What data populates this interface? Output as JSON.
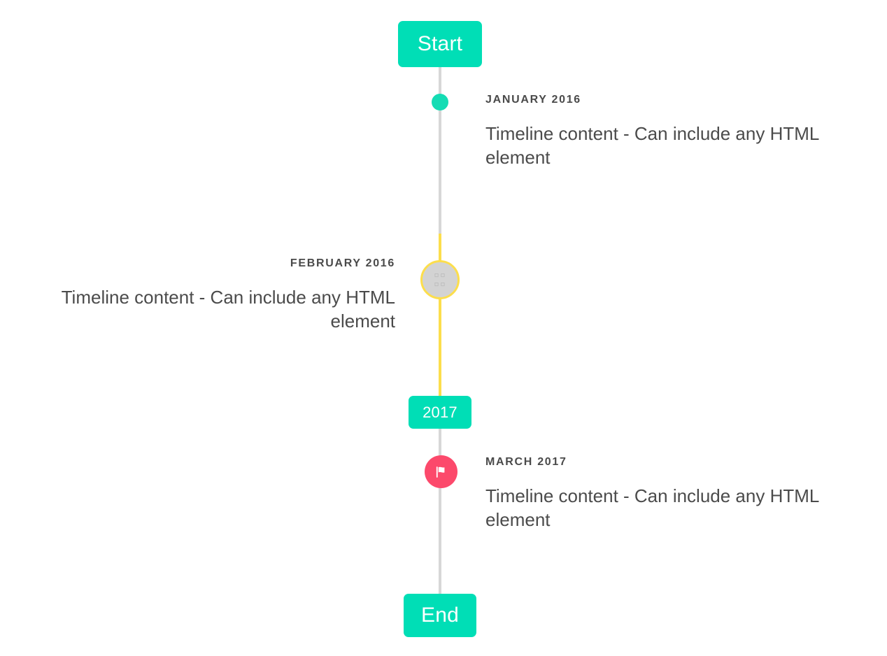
{
  "theme": {
    "accent_teal": "#00deb6",
    "marker_teal": "#14dcb4",
    "accent_yellow": "#fcde4c",
    "accent_pink": "#fc496b",
    "line_gray": "#d7d7d7",
    "text_gray": "#4b4b4b",
    "badge_text": "#ffffff"
  },
  "timeline": {
    "start_label": "Start",
    "mid_label": "2017",
    "end_label": "End",
    "entries": [
      {
        "date": "January 2016",
        "body": "Timeline content - Can include any HTML element",
        "side": "right",
        "marker": "dot-teal",
        "marker_icon": ""
      },
      {
        "date": "February 2016",
        "body": "Timeline content - Can include any HTML element",
        "side": "left",
        "marker": "ring-yellow",
        "marker_icon": "missing-glyph-icon"
      },
      {
        "date": "March 2017",
        "body": "Timeline content - Can include any HTML element",
        "side": "right",
        "marker": "circle-pink",
        "marker_icon": "flag-icon"
      }
    ]
  }
}
